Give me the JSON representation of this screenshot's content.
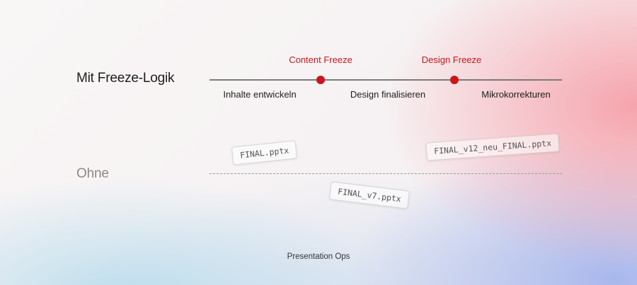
{
  "rows": {
    "with_freeze": {
      "title": "Mit Freeze-Logik",
      "milestones": [
        "Content Freeze",
        "Design Freeze"
      ],
      "phases": [
        "Inhalte entwickeln",
        "Design finalisieren",
        "Mikrokorrekturen"
      ]
    },
    "without": {
      "title": "Ohne",
      "files": [
        "FINAL.pptx",
        "FINAL_v12_neu_FINAL.pptx",
        "FINAL_v7.pptx"
      ]
    }
  },
  "footer": "Presentation Ops",
  "colors": {
    "accent": "#c8161b",
    "text": "#1d1d1d",
    "muted": "#8a8a8a"
  }
}
